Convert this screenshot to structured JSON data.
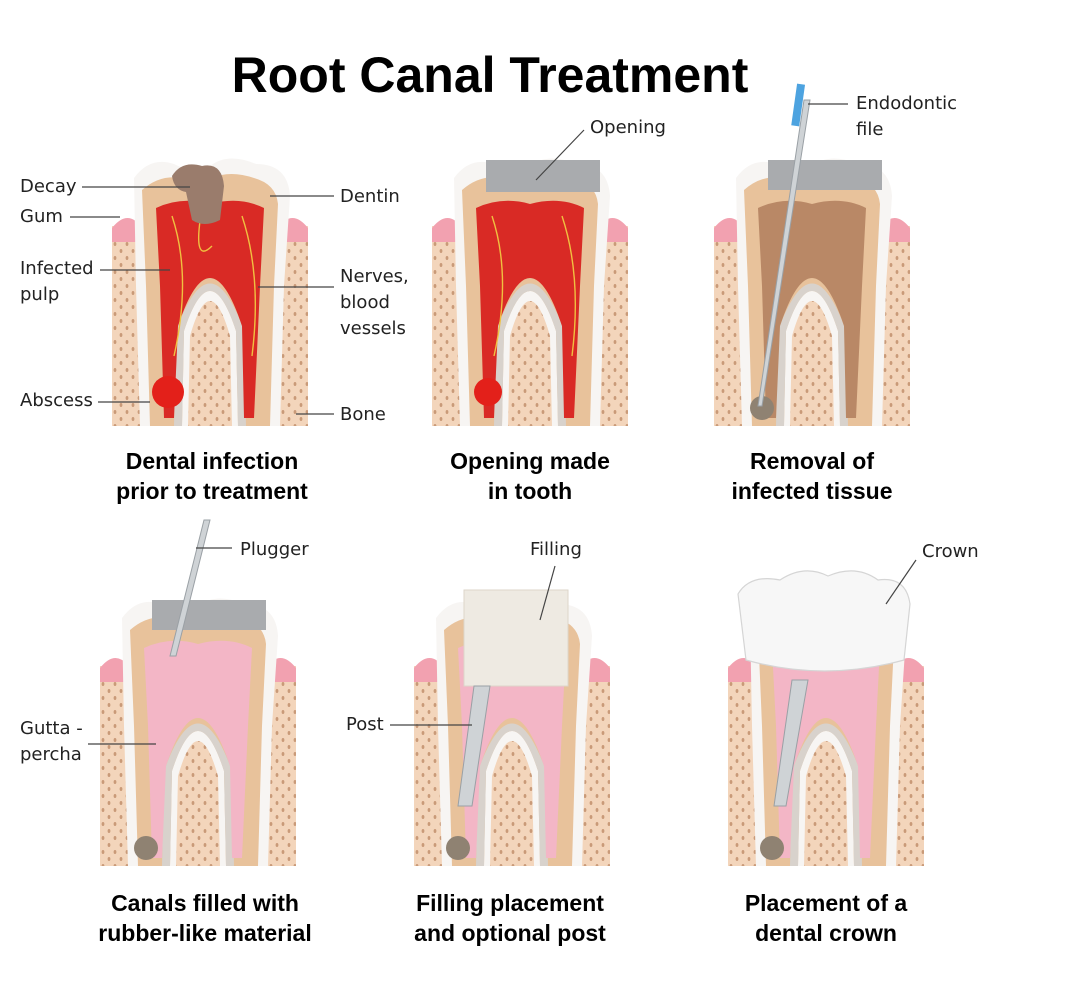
{
  "title": "Root Canal Treatment",
  "colors": {
    "bone": "#f3d5bb",
    "gum": "#f2a1b0",
    "enamel": "#f7f5f3",
    "dentin": "#e8c29b",
    "pulp_infected": "#d92a25",
    "pulp_clean": "#b98866",
    "gutta_percha": "#f3b6c6",
    "filling": "#eeeae2",
    "crown": "#f7f7f7",
    "instrument": "#cfd3d6",
    "file_handle": "#4da3e0"
  },
  "panels": [
    {
      "caption": "Dental infection\nprior to treatment",
      "labels": {
        "decay": "Decay",
        "gum": "Gum",
        "infected_pulp": "Infected\npulp",
        "abscess": "Abscess",
        "dentin": "Dentin",
        "nerves": "Nerves,\nblood\nvessels",
        "bone": "Bone"
      }
    },
    {
      "caption": "Opening made\nin tooth",
      "labels": {
        "opening": "Opening"
      }
    },
    {
      "caption": "Removal of\ninfected tissue",
      "labels": {
        "file": "Endodontic\nfile"
      }
    },
    {
      "caption": "Canals filled with\nrubber-like material",
      "labels": {
        "plugger": "Plugger",
        "gutta": "Gutta -\npercha"
      }
    },
    {
      "caption": "Filling placement\nand optional post",
      "labels": {
        "filling": "Filling",
        "post": "Post"
      }
    },
    {
      "caption": "Placement of a\ndental crown",
      "labels": {
        "crown": "Crown"
      }
    }
  ]
}
